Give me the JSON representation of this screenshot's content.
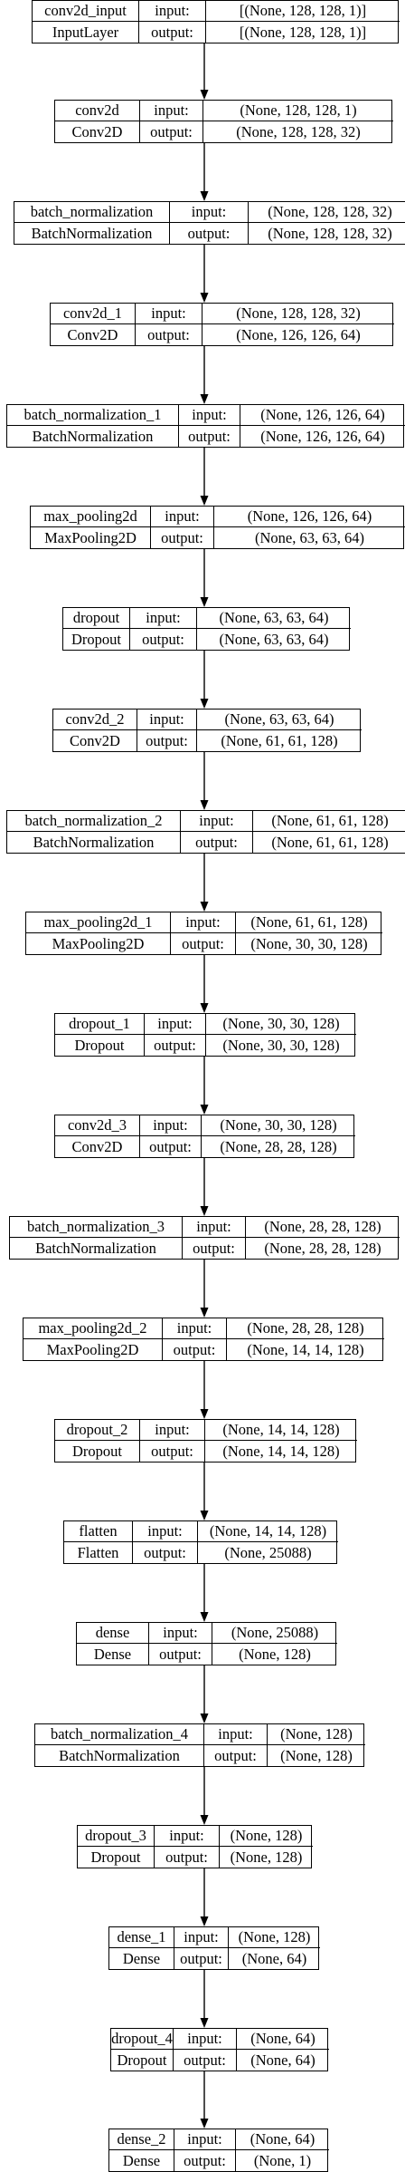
{
  "layers": [
    {
      "name": "conv2d_input",
      "type": "InputLayer",
      "input_label": "input:",
      "output_label": "output:",
      "input_shape": "[(None, 128, 128, 1)]",
      "output_shape": "[(None, 128, 128, 1)]"
    },
    {
      "name": "conv2d",
      "type": "Conv2D",
      "input_label": "input:",
      "output_label": "output:",
      "input_shape": "(None, 128, 128, 1)",
      "output_shape": "(None, 128, 128, 32)"
    },
    {
      "name": "batch_normalization",
      "type": "BatchNormalization",
      "input_label": "input:",
      "output_label": "output:",
      "input_shape": "(None, 128, 128, 32)",
      "output_shape": "(None, 128, 128, 32)"
    },
    {
      "name": "conv2d_1",
      "type": "Conv2D",
      "input_label": "input:",
      "output_label": "output:",
      "input_shape": "(None, 128, 128, 32)",
      "output_shape": "(None, 126, 126, 64)"
    },
    {
      "name": "batch_normalization_1",
      "type": "BatchNormalization",
      "input_label": "input:",
      "output_label": "output:",
      "input_shape": "(None, 126, 126, 64)",
      "output_shape": "(None, 126, 126, 64)"
    },
    {
      "name": "max_pooling2d",
      "type": "MaxPooling2D",
      "input_label": "input:",
      "output_label": "output:",
      "input_shape": "(None, 126, 126, 64)",
      "output_shape": "(None, 63, 63, 64)"
    },
    {
      "name": "dropout",
      "type": "Dropout",
      "input_label": "input:",
      "output_label": "output:",
      "input_shape": "(None, 63, 63, 64)",
      "output_shape": "(None, 63, 63, 64)"
    },
    {
      "name": "conv2d_2",
      "type": "Conv2D",
      "input_label": "input:",
      "output_label": "output:",
      "input_shape": "(None, 63, 63, 64)",
      "output_shape": "(None, 61, 61, 128)"
    },
    {
      "name": "batch_normalization_2",
      "type": "BatchNormalization",
      "input_label": "input:",
      "output_label": "output:",
      "input_shape": "(None, 61, 61, 128)",
      "output_shape": "(None, 61, 61, 128)"
    },
    {
      "name": "max_pooling2d_1",
      "type": "MaxPooling2D",
      "input_label": "input:",
      "output_label": "output:",
      "input_shape": "(None, 61, 61, 128)",
      "output_shape": "(None, 30, 30, 128)"
    },
    {
      "name": "dropout_1",
      "type": "Dropout",
      "input_label": "input:",
      "output_label": "output:",
      "input_shape": "(None, 30, 30, 128)",
      "output_shape": "(None, 30, 30, 128)"
    },
    {
      "name": "conv2d_3",
      "type": "Conv2D",
      "input_label": "input:",
      "output_label": "output:",
      "input_shape": "(None, 30, 30, 128)",
      "output_shape": "(None, 28, 28, 128)"
    },
    {
      "name": "batch_normalization_3",
      "type": "BatchNormalization",
      "input_label": "input:",
      "output_label": "output:",
      "input_shape": "(None, 28, 28, 128)",
      "output_shape": "(None, 28, 28, 128)"
    },
    {
      "name": "max_pooling2d_2",
      "type": "MaxPooling2D",
      "input_label": "input:",
      "output_label": "output:",
      "input_shape": "(None, 28, 28, 128)",
      "output_shape": "(None, 14, 14, 128)"
    },
    {
      "name": "dropout_2",
      "type": "Dropout",
      "input_label": "input:",
      "output_label": "output:",
      "input_shape": "(None, 14, 14, 128)",
      "output_shape": "(None, 14, 14, 128)"
    },
    {
      "name": "flatten",
      "type": "Flatten",
      "input_label": "input:",
      "output_label": "output:",
      "input_shape": "(None, 14, 14, 128)",
      "output_shape": "(None, 25088)"
    },
    {
      "name": "dense",
      "type": "Dense",
      "input_label": "input:",
      "output_label": "output:",
      "input_shape": "(None, 25088)",
      "output_shape": "(None, 128)"
    },
    {
      "name": "batch_normalization_4",
      "type": "BatchNormalization",
      "input_label": "input:",
      "output_label": "output:",
      "input_shape": "(None, 128)",
      "output_shape": "(None, 128)"
    },
    {
      "name": "dropout_3",
      "type": "Dropout",
      "input_label": "input:",
      "output_label": "output:",
      "input_shape": "(None, 128)",
      "output_shape": "(None, 128)"
    },
    {
      "name": "dense_1",
      "type": "Dense",
      "input_label": "input:",
      "output_label": "output:",
      "input_shape": "(None, 128)",
      "output_shape": "(None, 64)"
    },
    {
      "name": "dropout_4",
      "type": "Dropout",
      "input_label": "input:",
      "output_label": "output:",
      "input_shape": "(None, 64)",
      "output_shape": "(None, 64)"
    },
    {
      "name": "dense_2",
      "type": "Dense",
      "input_label": "input:",
      "output_label": "output:",
      "input_shape": "(None, 64)",
      "output_shape": "(None, 1)"
    }
  ],
  "colors": {
    "line": "#000000",
    "background": "#ffffff"
  }
}
